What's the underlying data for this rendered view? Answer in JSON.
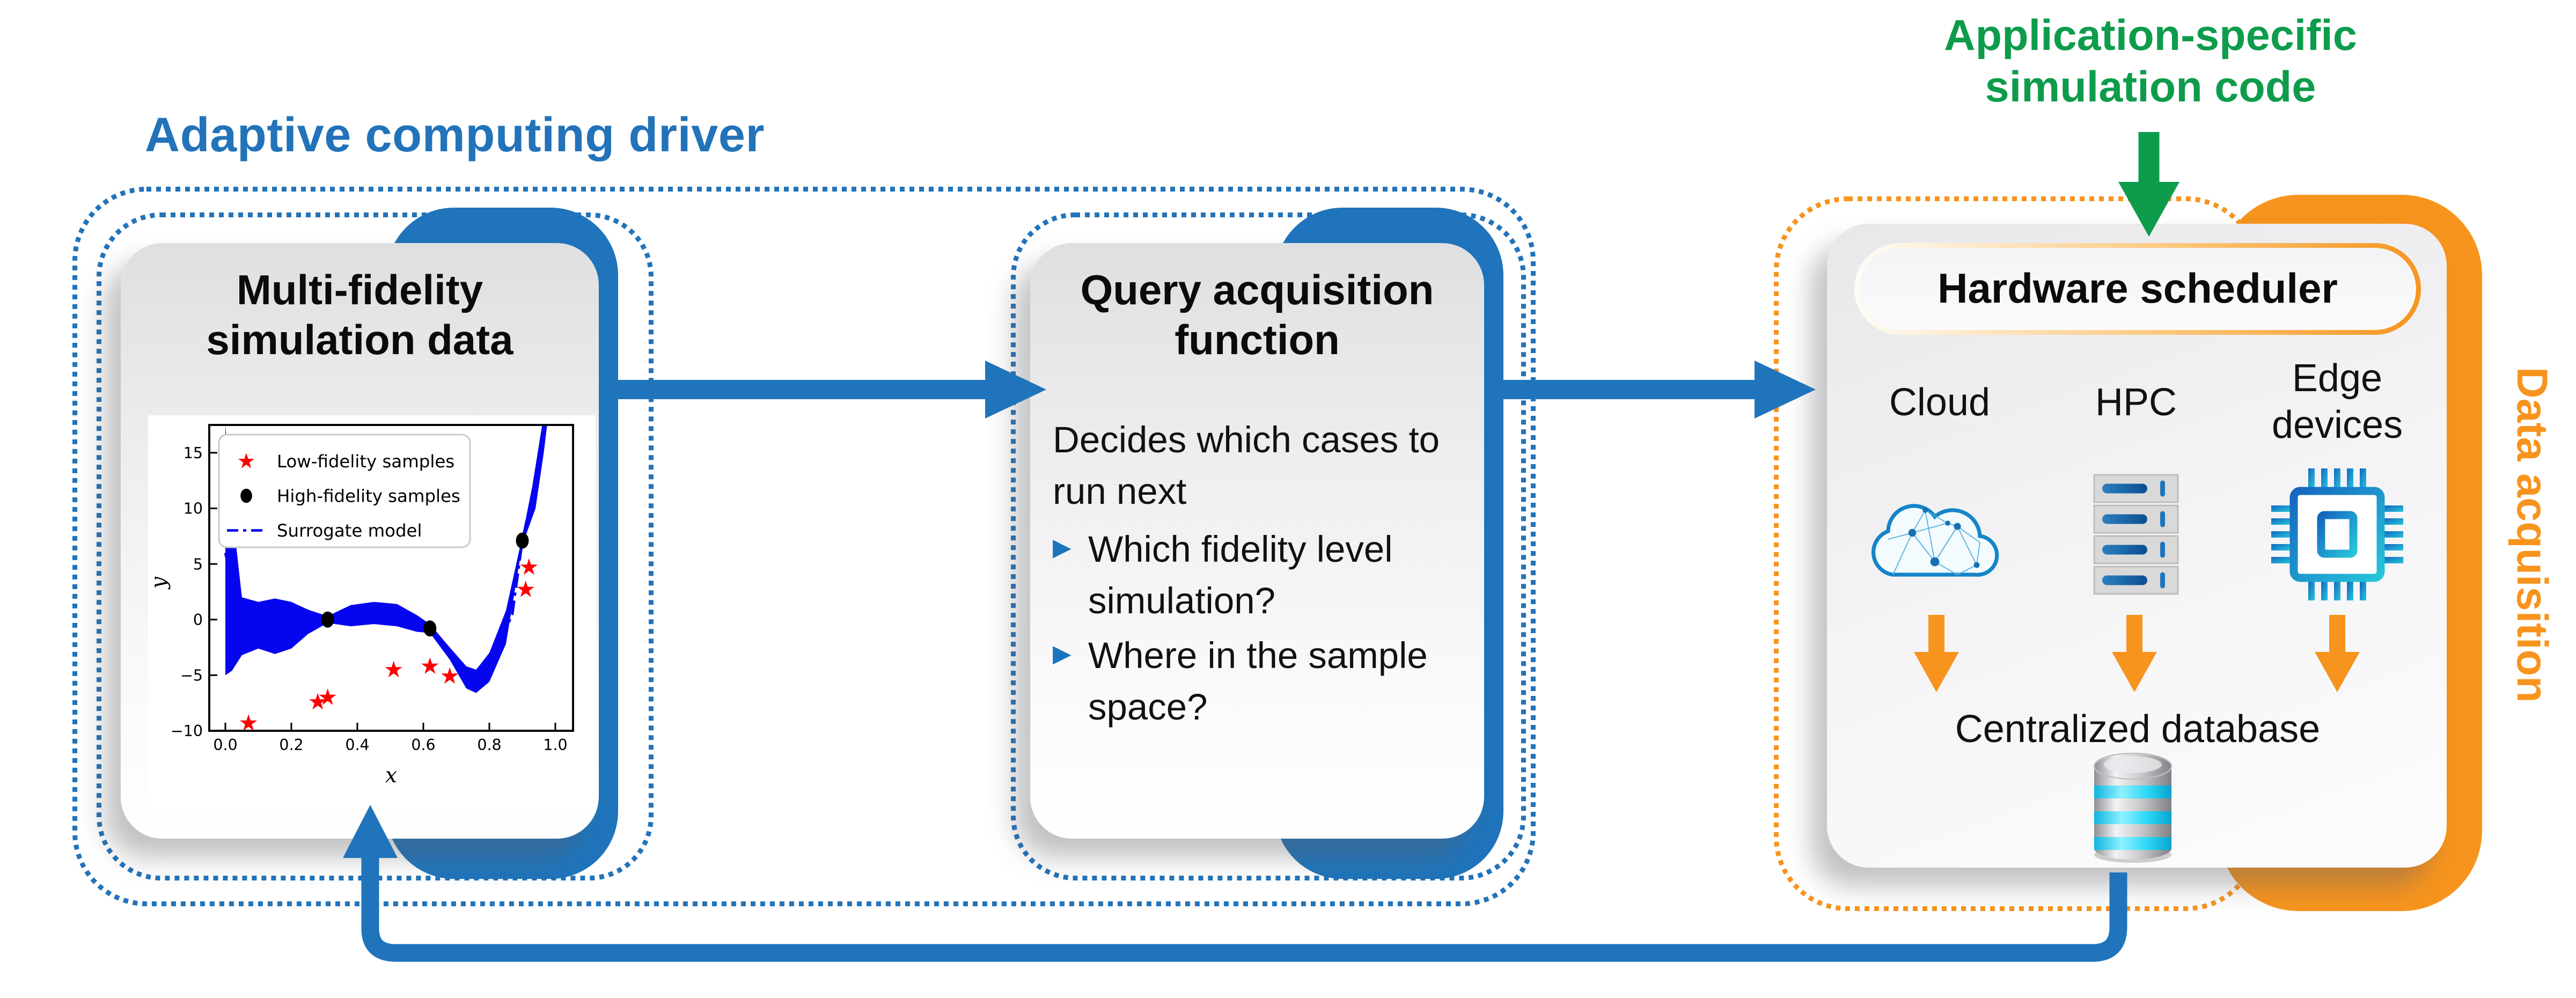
{
  "driver": {
    "label": "Adaptive computing driver"
  },
  "colors": {
    "blue": "#1F74BB",
    "orange": "#F7941E",
    "green": "#0E9C4C",
    "plot_blue": "#0505F0",
    "sample_red": "#FF0000"
  },
  "icons": {
    "bullet_glyph": "▶"
  },
  "cards": {
    "multifidelity": {
      "title": "Multi-fidelity simulation data"
    },
    "query": {
      "title": "Query acquisition function",
      "intro": "Decides which cases to run next",
      "bullets": [
        "Which fidelity level simulation?",
        "Where in the sample space?"
      ]
    },
    "scheduler": {
      "title": "Hardware scheduler",
      "resources": [
        {
          "label": "Cloud",
          "icon": "cloud-icon"
        },
        {
          "label": "HPC",
          "icon": "server-rack-icon"
        },
        {
          "label": "Edge devices",
          "icon": "chip-icon"
        }
      ],
      "database_label": "Centralized database"
    }
  },
  "annotations": {
    "app_code": "Application-specific simulation code",
    "data_acquisition": "Data acquisition"
  },
  "chart_data": {
    "type": "line",
    "title": "",
    "xlabel": "x",
    "ylabel": "y",
    "xlim": [
      -0.05,
      1.1
    ],
    "ylim": [
      -10,
      17.5
    ],
    "xticks": [
      0.0,
      0.2,
      0.4,
      0.6,
      0.8,
      1.0
    ],
    "yticks": [
      -10,
      -5,
      0,
      5,
      10,
      15
    ],
    "grid": false,
    "legend_position": "upper left",
    "legend": [
      "Low-fidelity samples",
      "High-fidelity samples",
      "Surrogate model"
    ],
    "series": [
      {
        "name": "Low-fidelity samples",
        "type": "scatter",
        "marker": "star",
        "color": "#FF0000",
        "points": [
          [
            0.07,
            -9.3
          ],
          [
            0.28,
            -7.4
          ],
          [
            0.31,
            -7.0
          ],
          [
            0.51,
            -4.5
          ],
          [
            0.62,
            -4.2
          ],
          [
            0.68,
            -5.1
          ],
          [
            0.91,
            2.7
          ],
          [
            0.92,
            4.7
          ]
        ]
      },
      {
        "name": "High-fidelity samples",
        "type": "scatter",
        "marker": "circle",
        "color": "#000000",
        "points": [
          [
            0.31,
            0.0
          ],
          [
            0.62,
            -0.8
          ],
          [
            0.9,
            7.1
          ]
        ]
      },
      {
        "name": "Surrogate model",
        "type": "line",
        "style": "dashdot",
        "color": "#0505F0",
        "points": [
          [
            0,
            6
          ],
          [
            0.05,
            -0.5
          ],
          [
            0.15,
            -0.7
          ],
          [
            0.25,
            -0.2
          ],
          [
            0.31,
            0
          ],
          [
            0.4,
            0.5
          ],
          [
            0.48,
            0.5
          ],
          [
            0.55,
            -0.2
          ],
          [
            0.62,
            -0.85
          ],
          [
            0.7,
            -3.5
          ],
          [
            0.76,
            -5.5
          ],
          [
            0.82,
            -3
          ],
          [
            0.87,
            0.5
          ],
          [
            0.9,
            7.1
          ],
          [
            0.95,
            14
          ],
          [
            0.97,
            17.5
          ]
        ]
      },
      {
        "name": "uncertainty-band",
        "type": "band",
        "color": "#0505F0",
        "upper": [
          [
            0,
            17.5
          ],
          [
            0.02,
            10
          ],
          [
            0.05,
            2
          ],
          [
            0.1,
            1.6
          ],
          [
            0.15,
            1.9
          ],
          [
            0.2,
            1.6
          ],
          [
            0.25,
            0.9
          ],
          [
            0.31,
            0.3
          ],
          [
            0.38,
            1.3
          ],
          [
            0.45,
            1.6
          ],
          [
            0.52,
            1.4
          ],
          [
            0.58,
            0.4
          ],
          [
            0.62,
            -0.4
          ],
          [
            0.68,
            -2.5
          ],
          [
            0.73,
            -4.2
          ],
          [
            0.76,
            -4.5
          ],
          [
            0.8,
            -3.0
          ],
          [
            0.85,
            0.8
          ],
          [
            0.9,
            7.5
          ],
          [
            0.93,
            12
          ],
          [
            0.96,
            17.5
          ]
        ],
        "lower": [
          [
            0,
            -5
          ],
          [
            0.02,
            -4.6
          ],
          [
            0.05,
            -3.2
          ],
          [
            0.1,
            -2.6
          ],
          [
            0.15,
            -3.1
          ],
          [
            0.2,
            -2.6
          ],
          [
            0.25,
            -1.3
          ],
          [
            0.31,
            -0.3
          ],
          [
            0.38,
            -0.6
          ],
          [
            0.45,
            -0.4
          ],
          [
            0.52,
            -0.6
          ],
          [
            0.58,
            -1.1
          ],
          [
            0.62,
            -1.2
          ],
          [
            0.68,
            -3.6
          ],
          [
            0.73,
            -6.2
          ],
          [
            0.76,
            -6.6
          ],
          [
            0.8,
            -5.6
          ],
          [
            0.85,
            -2.2
          ],
          [
            0.9,
            6.7
          ],
          [
            0.94,
            10
          ],
          [
            0.965,
            15
          ],
          [
            0.975,
            17.5
          ]
        ]
      }
    ]
  }
}
